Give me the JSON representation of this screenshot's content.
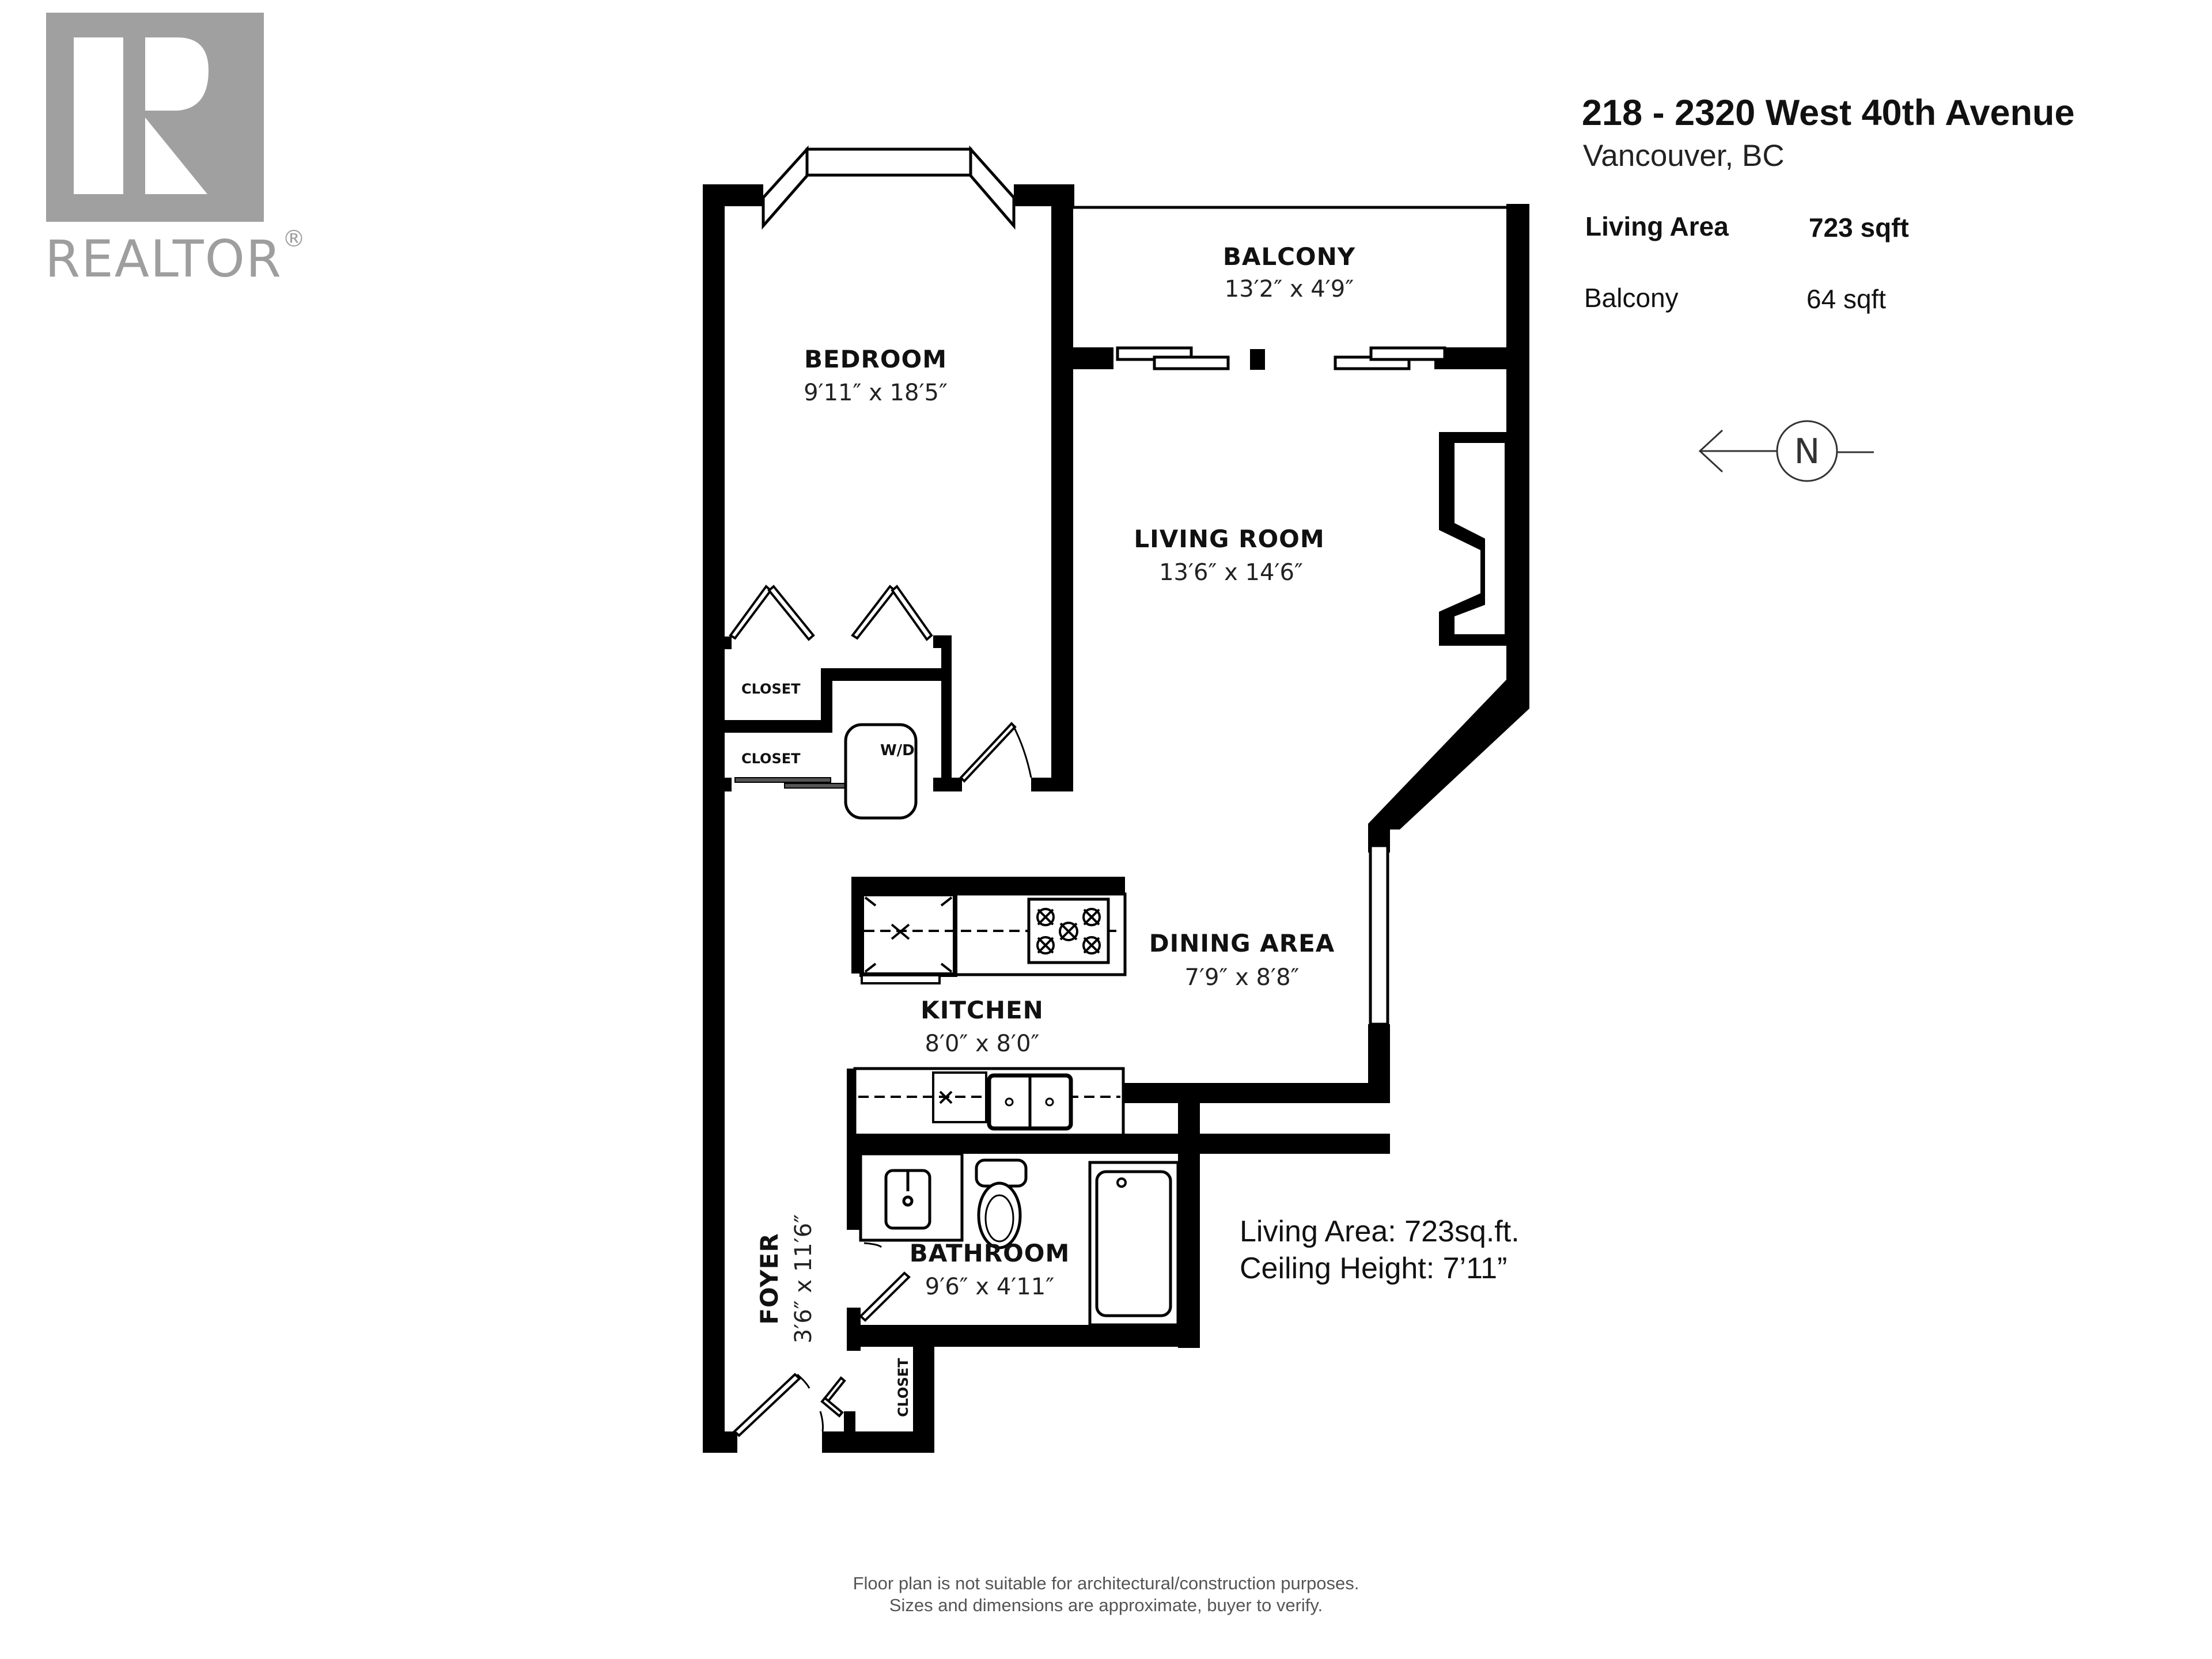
{
  "logo": {
    "text": "REALTOR",
    "registered_mark": "®",
    "color": "#a0a0a0"
  },
  "header": {
    "address": "218 - 2320 West 40th Avenue",
    "city": "Vancouver, BC"
  },
  "areas": [
    {
      "label": "Living Area",
      "value": "723 sqft"
    },
    {
      "label": "Balcony",
      "value": "64 sqft"
    }
  ],
  "compass": {
    "letter": "N",
    "direction": "left"
  },
  "rooms": {
    "balcony": {
      "name": "BALCONY",
      "dims": "13′2″ x 4′9″"
    },
    "bedroom": {
      "name": "BEDROOM",
      "dims": "9′11″ x 18′5″"
    },
    "living_room": {
      "name": "LIVING ROOM",
      "dims": "13′6″ x 14′6″"
    },
    "dining_area": {
      "name": "DINING AREA",
      "dims": "7′9″ x 8′8″"
    },
    "kitchen": {
      "name": "KITCHEN",
      "dims": "8′0″ x 8′0″"
    },
    "bathroom": {
      "name": "BATHROOM",
      "dims": "9′6″ x 4′11″"
    },
    "foyer": {
      "name": "FOYER",
      "dims": "3′6″ x 11′6″"
    },
    "closet_1": {
      "name": "CLOSET"
    },
    "closet_2": {
      "name": "CLOSET"
    },
    "closet_3": {
      "name": "CLOSET"
    },
    "washer_dryer": {
      "name": "W/D"
    }
  },
  "summary": {
    "living_area": "Living Area: 723sq.ft.",
    "ceiling_height": "Ceiling Height: 7’11”"
  },
  "disclaimer": {
    "line1": "Floor plan is not suitable for architectural/construction purposes.",
    "line2": "Sizes and dimensions are approximate, buyer to verify."
  }
}
